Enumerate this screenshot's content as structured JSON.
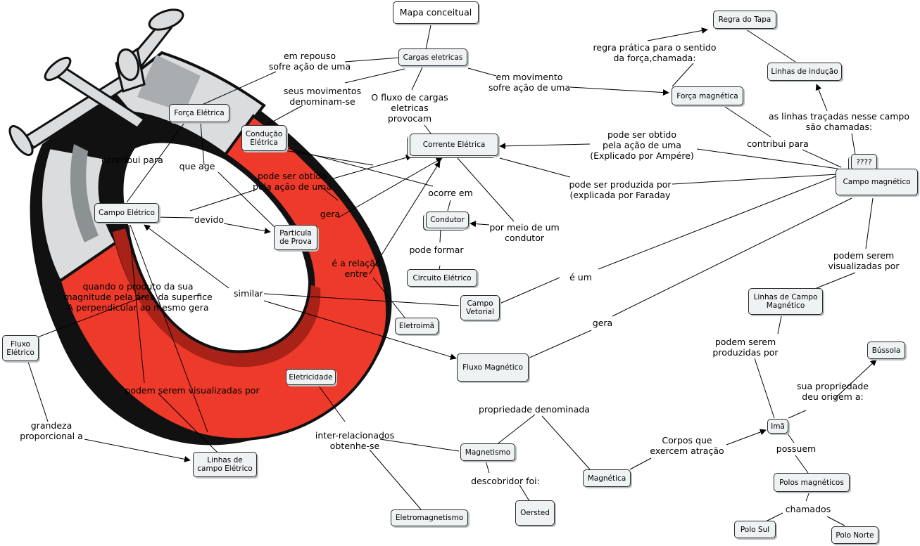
{
  "colors": {
    "magnet_red": "#ee3a2a",
    "magnet_dark_red": "#a82218",
    "magnet_steel": "#dadcdd",
    "node_fill": "#eef2f3",
    "outline": "#111111"
  },
  "nodes": {
    "mapa_conceitual": "Mapa conceitual",
    "cargas_eletricas": "Cargas eletricas",
    "regra_do_tapa": "Regra do Tapa",
    "linhas_de_inducao": "Linhas de indução",
    "forca_magnetica": "Força magnética",
    "forca_eletrica": "Força Elétrica",
    "conducao_eletrica": "Condução Elétrica",
    "corrente_eletrica": "Corrente Elétrica",
    "interrogacao": "????",
    "campo_magnetico": "Campo magnético",
    "campo_eletrico": "Campo Elétrico",
    "condutor": "Condutor",
    "particula_de_prova": "Particula de Prova",
    "circuito_eletrico": "Circuito Elétrico",
    "campo_vetorial": "Campo Vetorial",
    "linhas_de_campo_magnetico": "Linhas de Campo Magnético",
    "eletroima": "Eletroimã",
    "fluxo_eletrico": "Fluxo Elétrico",
    "fluxo_magnetico": "Fluxo Magnético",
    "bussola": "Bússola",
    "eletricidade": "Eletricidade",
    "ima": "Imã",
    "linhas_de_campo_eletrico": "Linhas de campo Elétrico",
    "magnetismo": "Magnetismo",
    "magnetica": "Magnética",
    "polos_magneticos": "Polos magnéticos",
    "oersted": "Oersted",
    "eletromagnetismo": "Eletromagnetismo",
    "polo_sul": "Polo Sul",
    "polo_norte": "Polo Norte"
  },
  "links": {
    "em_repouso": "em repouso\nsofre ação de uma",
    "em_movimento": "em movimento\nsofre ação de uma",
    "seus_movimentos": "seus movimentos\ndenominam-se",
    "o_fluxo": "O fluxo de cargas\neletricas\nprovocam",
    "regra_pratica": "regra prática para o sentido\nda força,chamada:",
    "linhas_tracadas": "as linhas traçadas nesse campo\nsão chamadas:",
    "contribui_para_direita": "contribui para",
    "pode_ser_obtido_ampere": "pode ser obtido\npela ação de uma\n(Explicado por Ampére)",
    "pode_ser_produzida": "pode ser produzida por\n(explicada por Faraday",
    "contribui_para_esquerda": "contribui para",
    "que_age": "que age",
    "pode_ser_obtido_acao": "pode ser obtido\npela ação de uma",
    "ocorre_em": "ocorre em",
    "por_meio_de": "por meio de um\ncondutor",
    "devido": "devido",
    "gera_esquerda": "gera",
    "pode_formar": "pode formar",
    "e_a_relacao": "é a relação\nentre",
    "e_um": "é um",
    "podem_serem_visualizadas_direita": "podem serem\nvisualizadas por",
    "quando_o_produto": "quando o produto da sua\nmagnitude pela área da superfice\nA perpendicular ao mesmo gera",
    "similar": "similar",
    "gera_direita": "gera",
    "podem_serem_produzidas": "podem serem\nproduzidas por",
    "sua_propriedade": "sua propriedade\ndeu origem a:",
    "podem_serem_visualizadas_esquerda": "podem serem visualizadas por",
    "grandeza": "grandeza\nproporcional a",
    "propriedade_denominada": "propriedade denominada",
    "corpos_que": "Corpos que\nexercem atração",
    "inter_relacionados": "inter-relacionados\nobtenhe-se",
    "possuem": "possuem",
    "descobridor": "descobridor foi:",
    "chamados": "chamados"
  }
}
